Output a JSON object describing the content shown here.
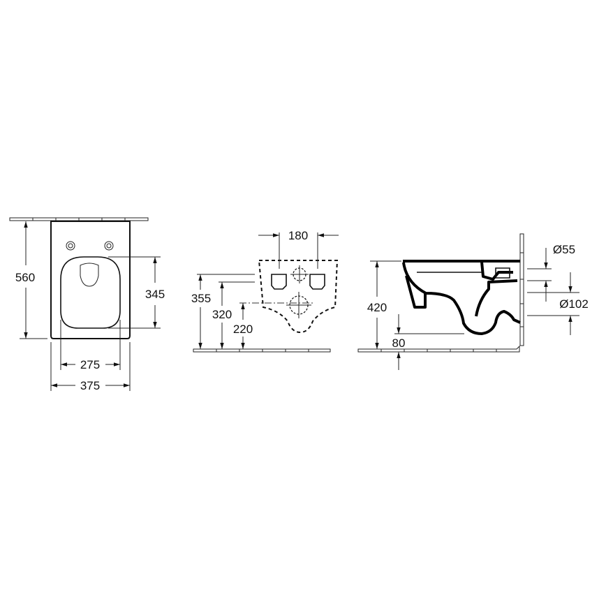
{
  "drawing": {
    "top_view": {
      "depth": "560",
      "seat_length": "345",
      "seat_width": "275",
      "width": "375"
    },
    "rear_view": {
      "fixing_spacing": "180",
      "height_355": "355",
      "height_320": "320",
      "height_220": "220"
    },
    "side_view": {
      "rim_height": "420",
      "bottom_height": "80",
      "inlet_diameter": "Ø55",
      "outlet_diameter": "Ø102"
    }
  },
  "colors": {
    "line": "#000000",
    "background": "#ffffff"
  }
}
